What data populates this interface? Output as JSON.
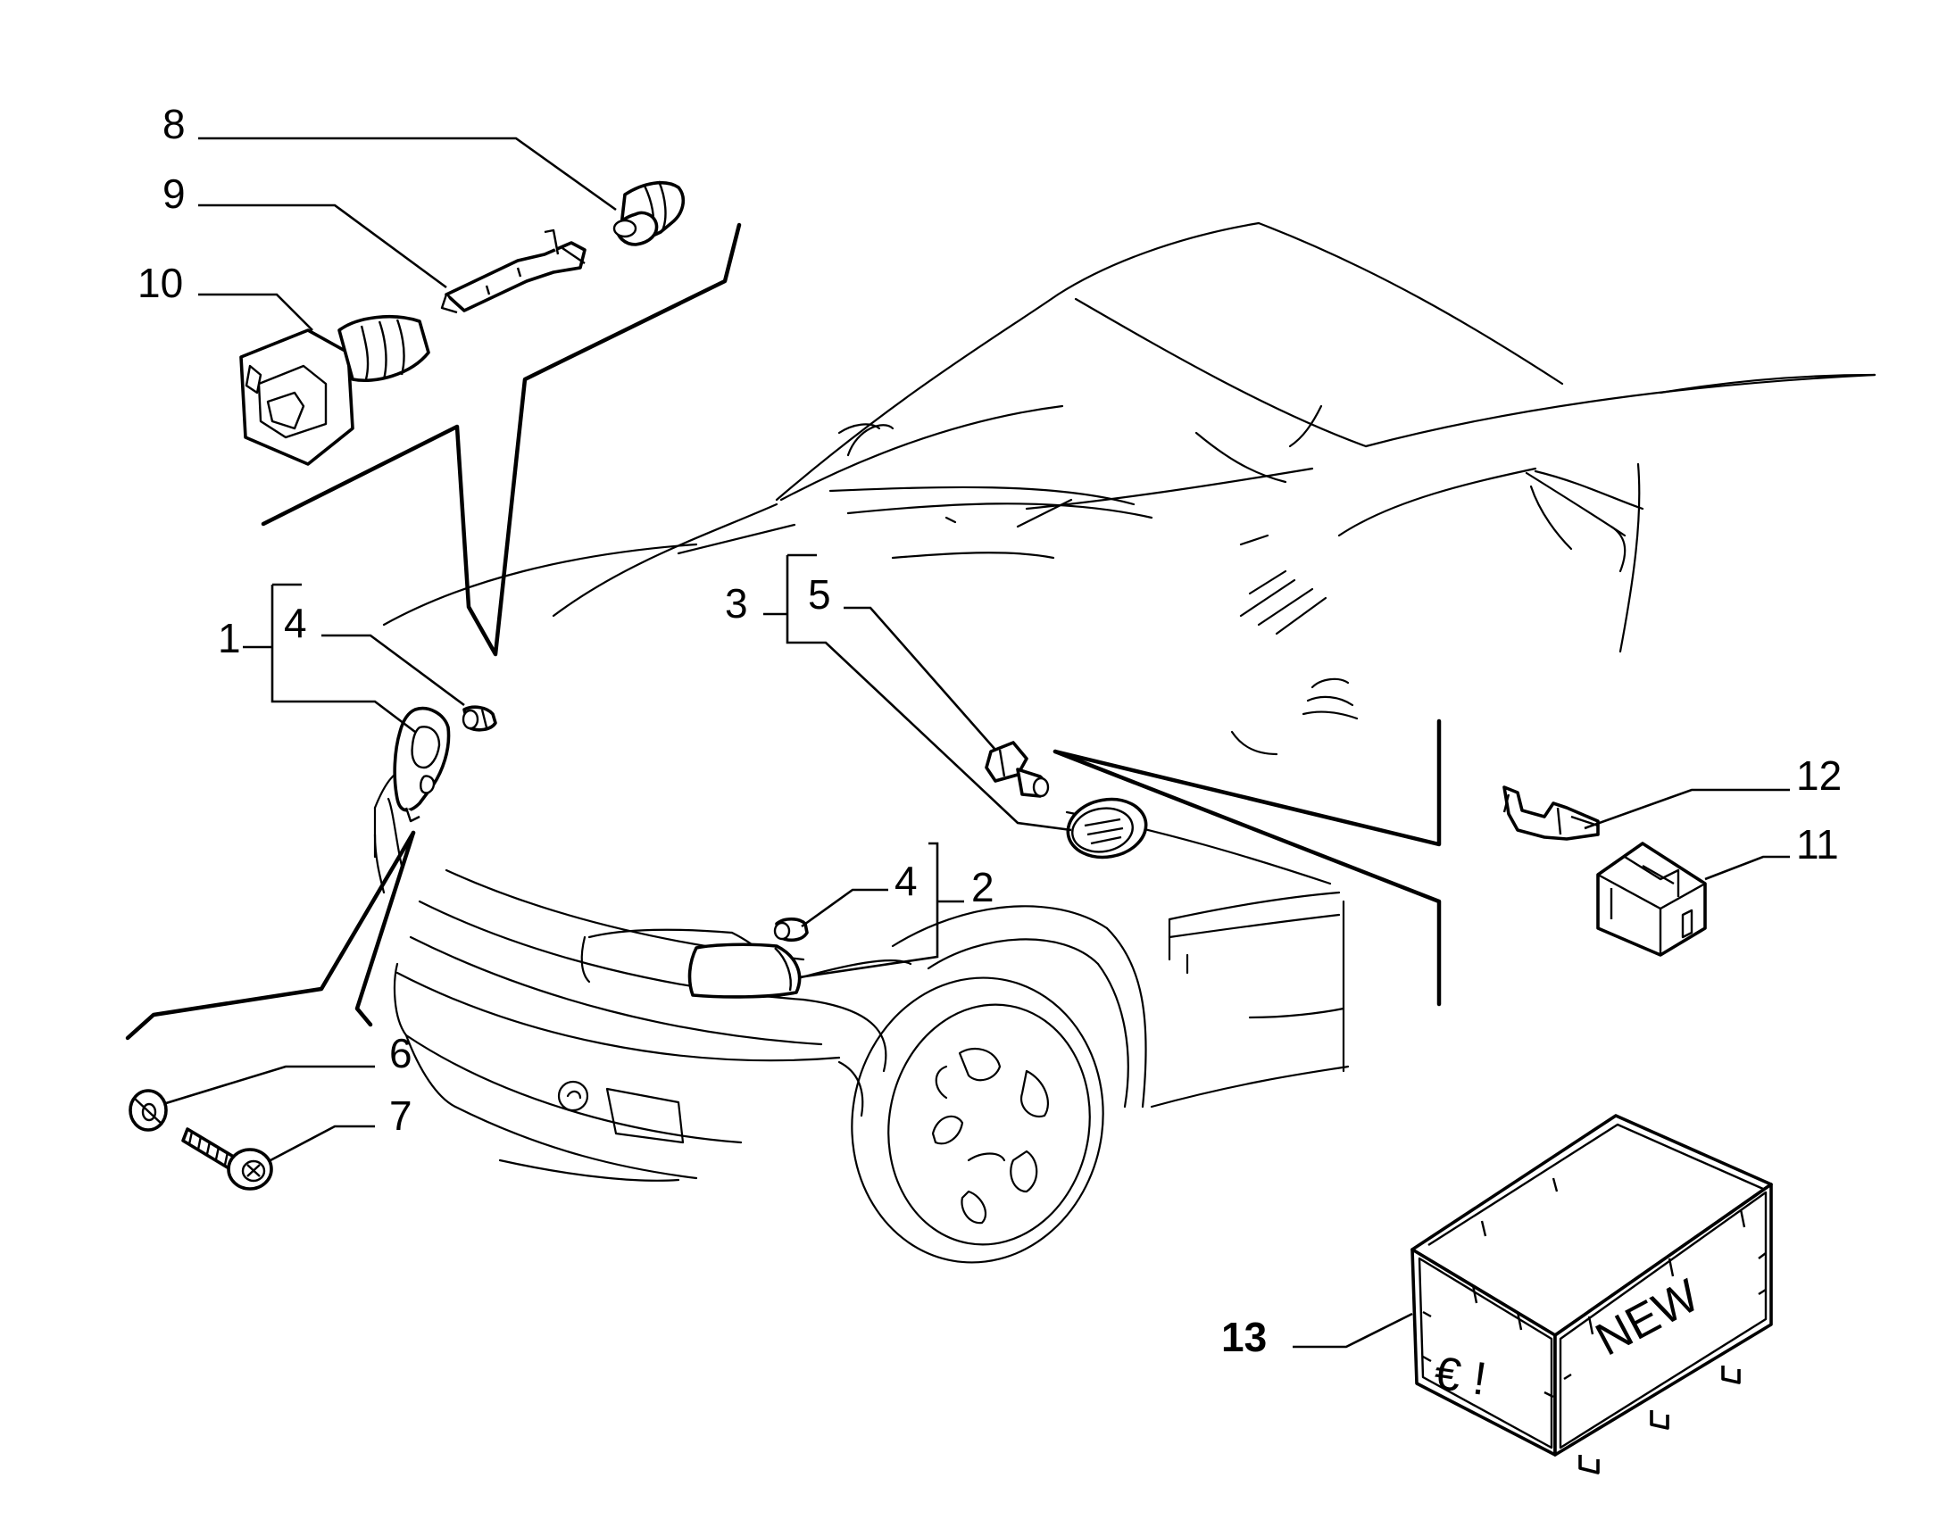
{
  "callouts": {
    "c1": "1",
    "c2": "2",
    "c3": "3",
    "c4a": "4",
    "c4b": "4",
    "c5": "5",
    "c6": "6",
    "c7": "7",
    "c8": "8",
    "c9": "9",
    "c10": "10",
    "c11": "11",
    "c12": "12",
    "c13": "13"
  },
  "crate": {
    "label_new": "NEW",
    "label_symbol": "€ !"
  }
}
